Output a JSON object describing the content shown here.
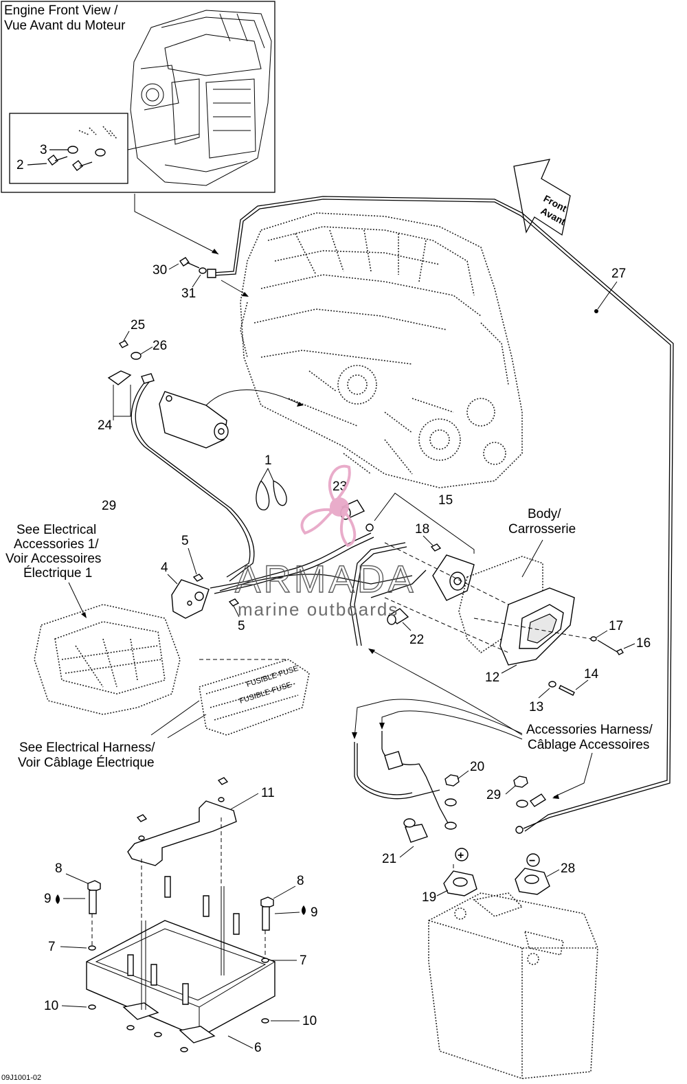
{
  "inset": {
    "title_line1": "Engine Front View /",
    "title_line2": "Vue Avant du Moteur",
    "callouts": [
      "3",
      "2"
    ]
  },
  "direction_arrow": {
    "line1": "Front",
    "line2": "Avant"
  },
  "notes": {
    "electrical_accessories": [
      "See Electrical",
      "Accessories 1/",
      "Voir Accessoires",
      "Électrique 1"
    ],
    "electrical_harness": [
      "See Electrical Harness/",
      "Voir Câblage Électrique"
    ],
    "body": [
      "Body/",
      "Carrosserie"
    ],
    "accessories_harness": [
      "Accessories Harness/",
      "Câblage Accessoires"
    ]
  },
  "callouts": {
    "c30": "30",
    "c31": "31",
    "c27": "27",
    "c25": "25",
    "c26": "26",
    "c24": "24",
    "c1": "1",
    "c23": "23",
    "c15": "15",
    "c29a": "29",
    "c5a": "5",
    "c4": "4",
    "c18": "18",
    "c5b": "5",
    "c22": "22",
    "c17": "17",
    "c16": "16",
    "c12": "12",
    "c14": "14",
    "c13": "13",
    "c20": "20",
    "c29b": "29",
    "c11": "11",
    "c21": "21",
    "c28": "28",
    "c8a": "8",
    "c9a": "9",
    "c8b": "8",
    "c19": "19",
    "c9b": "9",
    "c7a": "7",
    "c7b": "7",
    "c10a": "10",
    "c10b": "10",
    "c6": "6"
  },
  "terminals": {
    "positive": "+",
    "negative": "−"
  },
  "watermark": {
    "brand": "ARMADA",
    "tagline": "marine outboards"
  },
  "figure_code": "09J1001-02",
  "colors": {
    "watermark": "#e8a8c8",
    "ink": "#000000"
  },
  "icons": [
    "propeller-logo-icon",
    "oil-drop-icon",
    "front-arrow-icon"
  ]
}
